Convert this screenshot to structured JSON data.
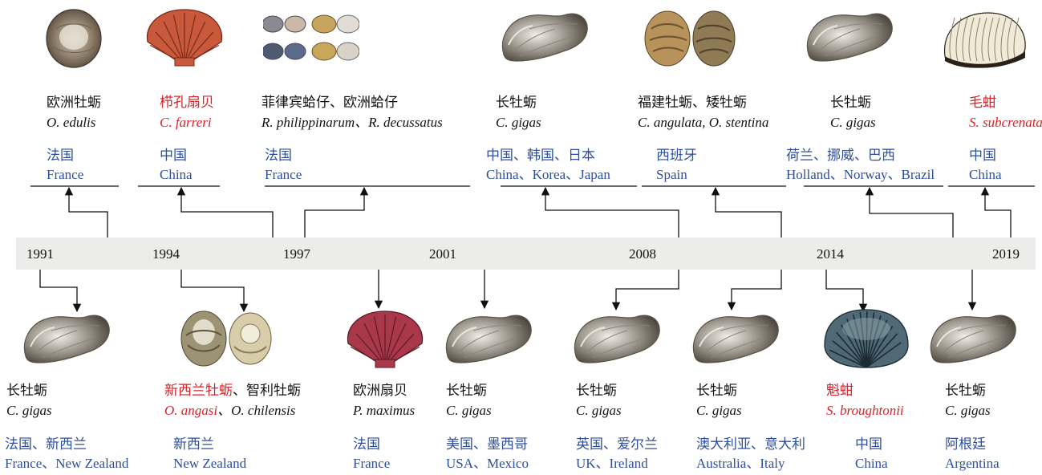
{
  "years": [
    "1991",
    "1994",
    "1997",
    "2001",
    "2008",
    "2014",
    "2019"
  ],
  "top_entries": [
    {
      "id": "t1991",
      "species_cn": "欧洲牡蛎",
      "species_sci": "O. edulis",
      "red": false,
      "country_cn": "法国",
      "country_en": "France",
      "shell": "oyster-round"
    },
    {
      "id": "t1994",
      "species_cn": "栉孔扇贝",
      "species_sci": "C. farreri",
      "red": true,
      "country_cn": "中国",
      "country_en": "China",
      "shell": "scallop-orange"
    },
    {
      "id": "t1997",
      "species_cn": "菲律宾蛤仔、欧洲蛤仔",
      "species_sci": "R. philippinarum、R. decussatus",
      "red": false,
      "country_cn": "法国",
      "country_en": "France",
      "shell": "clams"
    },
    {
      "id": "t2001",
      "species_cn": "长牡蛎",
      "species_sci": "C. gigas",
      "red": false,
      "country_cn": "中国、韩国、日本",
      "country_en": "China、Korea、Japan",
      "shell": "oyster"
    },
    {
      "id": "t2008",
      "species_cn": "福建牡蛎、矮牡蛎",
      "species_sci": "C. angulata, O. stentina",
      "red": false,
      "country_cn": "西班牙",
      "country_en": "Spain",
      "shell": "oyster-rough"
    },
    {
      "id": "t2014",
      "species_cn": "长牡蛎",
      "species_sci": "C. gigas",
      "red": false,
      "country_cn": "荷兰、挪威、巴西",
      "country_en": "Holland、Norway、Brazil",
      "shell": "oyster"
    },
    {
      "id": "t2019",
      "species_cn": "毛蚶",
      "species_sci": "S. subcrenata",
      "red": true,
      "country_cn": "中国",
      "country_en": "China",
      "shell": "ark-white"
    }
  ],
  "bottom_entries": [
    {
      "id": "b1991",
      "species_cn": "长牡蛎",
      "species_sci": "C. gigas",
      "red": false,
      "country_cn": "法国、新西兰",
      "country_en": "France、New Zealand",
      "shell": "oyster"
    },
    {
      "id": "b1994",
      "species_cn_red": "新西兰牡蛎",
      "species_cn_black": "、智利牡蛎",
      "species_sci_red": "O. angasi",
      "species_sci_black": "、O. chilensis",
      "country_cn": "新西兰",
      "country_en": "New Zealand",
      "shell": "flat-oysters"
    },
    {
      "id": "b1997",
      "species_cn": "欧洲扇贝",
      "species_sci": "P. maximus",
      "red": false,
      "country_cn": "法国",
      "country_en": "France",
      "shell": "scallop-red"
    },
    {
      "id": "b2001",
      "species_cn": "长牡蛎",
      "species_sci": "C. gigas",
      "red": false,
      "country_cn": "美国、墨西哥",
      "country_en": "USA、Mexico",
      "shell": "oyster"
    },
    {
      "id": "b2008a",
      "species_cn": "长牡蛎",
      "species_sci": "C. gigas",
      "red": false,
      "country_cn": "英国、爱尔兰",
      "country_en": "UK、Ireland",
      "shell": "oyster"
    },
    {
      "id": "b2008b",
      "species_cn": "长牡蛎",
      "species_sci": "C. gigas",
      "red": false,
      "country_cn": "澳大利亚、意大利",
      "country_en": "Australia、Italy",
      "shell": "oyster"
    },
    {
      "id": "b2014",
      "species_cn": "魁蚶",
      "species_sci": "S. broughtonii",
      "red": true,
      "country_cn": "中国",
      "country_en": "China",
      "shell": "ark-dark"
    },
    {
      "id": "b2019",
      "species_cn": "长牡蛎",
      "species_sci": "C. gigas",
      "red": false,
      "country_cn": "阿根廷",
      "country_en": "Argentina",
      "shell": "oyster"
    }
  ],
  "colors": {
    "species_red": "#d6232a",
    "country_blue": "#2f4f9a",
    "band": "#ececea",
    "line": "#111111"
  }
}
